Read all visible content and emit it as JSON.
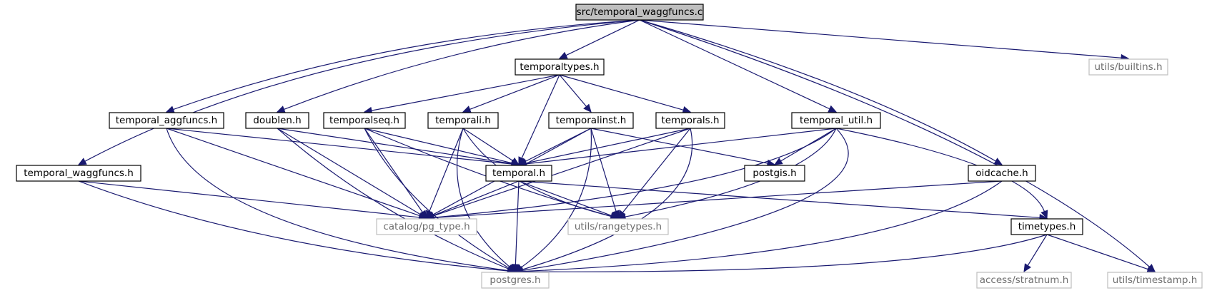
{
  "diagram": {
    "type": "include-dependency-graph",
    "colors": {
      "edge": "#191970",
      "root_fill": "#bfbfbf",
      "node_border": "#000000",
      "external_border": "#bfbfbf",
      "external_text": "#6e6e6e"
    },
    "nodes": [
      {
        "id": "root",
        "label": "src/temporal_waggfuncs.c",
        "kind": "root"
      },
      {
        "id": "temporaltypes",
        "label": "temporaltypes.h",
        "kind": "local"
      },
      {
        "id": "builtins",
        "label": "utils/builtins.h",
        "kind": "external"
      },
      {
        "id": "aggfuncs",
        "label": "temporal_aggfuncs.h",
        "kind": "local"
      },
      {
        "id": "doublen",
        "label": "doublen.h",
        "kind": "local"
      },
      {
        "id": "temporalseq",
        "label": "temporalseq.h",
        "kind": "local"
      },
      {
        "id": "temporali",
        "label": "temporali.h",
        "kind": "local"
      },
      {
        "id": "temporalinst",
        "label": "temporalinst.h",
        "kind": "local"
      },
      {
        "id": "temporals",
        "label": "temporals.h",
        "kind": "local"
      },
      {
        "id": "temporal_util",
        "label": "temporal_util.h",
        "kind": "local"
      },
      {
        "id": "waggfuncs",
        "label": "temporal_waggfuncs.h",
        "kind": "local"
      },
      {
        "id": "temporal",
        "label": "temporal.h",
        "kind": "local"
      },
      {
        "id": "postgis",
        "label": "postgis.h",
        "kind": "local"
      },
      {
        "id": "oidcache",
        "label": "oidcache.h",
        "kind": "local"
      },
      {
        "id": "pg_type",
        "label": "catalog/pg_type.h",
        "kind": "external"
      },
      {
        "id": "rangetypes",
        "label": "utils/rangetypes.h",
        "kind": "external"
      },
      {
        "id": "timetypes",
        "label": "timetypes.h",
        "kind": "local"
      },
      {
        "id": "postgres",
        "label": "postgres.h",
        "kind": "external"
      },
      {
        "id": "stratnum",
        "label": "access/stratnum.h",
        "kind": "external"
      },
      {
        "id": "timestamp",
        "label": "utils/timestamp.h",
        "kind": "external"
      }
    ],
    "edges": [
      {
        "from": "root",
        "to": "temporaltypes"
      },
      {
        "from": "root",
        "to": "builtins"
      },
      {
        "from": "root",
        "to": "aggfuncs"
      },
      {
        "from": "root",
        "to": "doublen"
      },
      {
        "from": "root",
        "to": "waggfuncs"
      },
      {
        "from": "root",
        "to": "temporal_util"
      },
      {
        "from": "root",
        "to": "oidcache"
      },
      {
        "from": "root",
        "to": "timestamp"
      },
      {
        "from": "temporaltypes",
        "to": "temporalseq"
      },
      {
        "from": "temporaltypes",
        "to": "temporali"
      },
      {
        "from": "temporaltypes",
        "to": "temporalinst"
      },
      {
        "from": "temporaltypes",
        "to": "temporals"
      },
      {
        "from": "temporaltypes",
        "to": "temporal"
      },
      {
        "from": "aggfuncs",
        "to": "temporal"
      },
      {
        "from": "aggfuncs",
        "to": "pg_type"
      },
      {
        "from": "aggfuncs",
        "to": "postgres"
      },
      {
        "from": "doublen",
        "to": "temporal"
      },
      {
        "from": "doublen",
        "to": "pg_type"
      },
      {
        "from": "doublen",
        "to": "postgres"
      },
      {
        "from": "temporalseq",
        "to": "temporal"
      },
      {
        "from": "temporalseq",
        "to": "pg_type"
      },
      {
        "from": "temporalseq",
        "to": "rangetypes"
      },
      {
        "from": "temporalseq",
        "to": "postgres"
      },
      {
        "from": "temporali",
        "to": "temporal"
      },
      {
        "from": "temporali",
        "to": "pg_type"
      },
      {
        "from": "temporali",
        "to": "rangetypes"
      },
      {
        "from": "temporali",
        "to": "postgres"
      },
      {
        "from": "temporalinst",
        "to": "temporal"
      },
      {
        "from": "temporalinst",
        "to": "pg_type"
      },
      {
        "from": "temporalinst",
        "to": "rangetypes"
      },
      {
        "from": "temporalinst",
        "to": "postgres"
      },
      {
        "from": "temporalinst",
        "to": "postgis"
      },
      {
        "from": "temporals",
        "to": "temporal"
      },
      {
        "from": "temporals",
        "to": "pg_type"
      },
      {
        "from": "temporals",
        "to": "rangetypes"
      },
      {
        "from": "temporals",
        "to": "postgres"
      },
      {
        "from": "temporal_util",
        "to": "temporal"
      },
      {
        "from": "temporal_util",
        "to": "postgis"
      },
      {
        "from": "temporal_util",
        "to": "pg_type"
      },
      {
        "from": "temporal_util",
        "to": "rangetypes"
      },
      {
        "from": "temporal_util",
        "to": "postgres"
      },
      {
        "from": "temporal_util",
        "to": "timetypes"
      },
      {
        "from": "waggfuncs",
        "to": "pg_type"
      },
      {
        "from": "waggfuncs",
        "to": "postgres"
      },
      {
        "from": "temporal",
        "to": "pg_type"
      },
      {
        "from": "temporal",
        "to": "rangetypes"
      },
      {
        "from": "temporal",
        "to": "postgres"
      },
      {
        "from": "temporal",
        "to": "timetypes"
      },
      {
        "from": "oidcache",
        "to": "pg_type"
      },
      {
        "from": "oidcache",
        "to": "postgres"
      },
      {
        "from": "timetypes",
        "to": "postgres"
      },
      {
        "from": "timetypes",
        "to": "stratnum"
      },
      {
        "from": "timetypes",
        "to": "timestamp"
      }
    ]
  }
}
